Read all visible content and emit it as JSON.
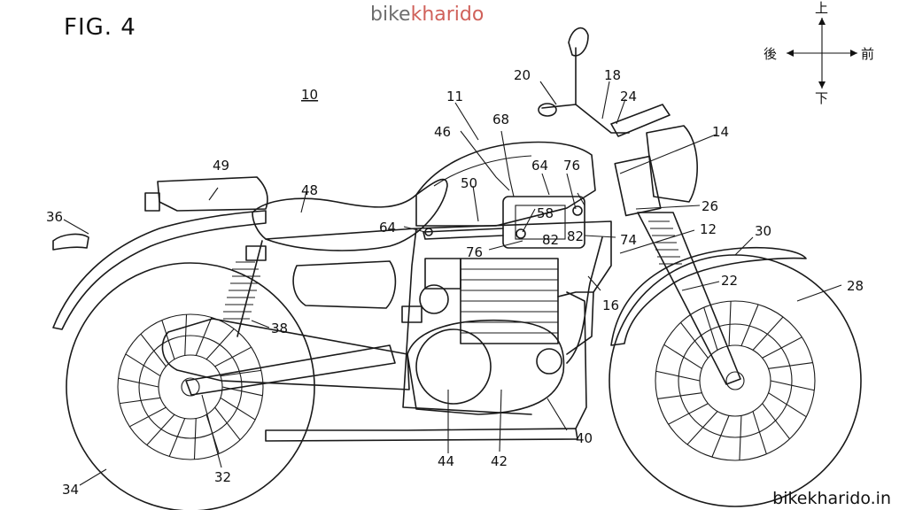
{
  "figure": {
    "title": "FIG. 4",
    "ref_number": "10"
  },
  "watermark": {
    "brand_left": "bike",
    "brand_right": "kharido",
    "site": "bikekharido.in"
  },
  "direction": {
    "up": "上",
    "down": "下",
    "front": "前",
    "rear": "後"
  },
  "labels": [
    "11",
    "12",
    "14",
    "16",
    "18",
    "20",
    "22",
    "24",
    "26",
    "28",
    "30",
    "32",
    "34",
    "36",
    "38",
    "40",
    "42",
    "44",
    "46",
    "48",
    "49",
    "50",
    "58",
    "64",
    "64",
    "68",
    "74",
    "76",
    "76",
    "82",
    "82"
  ]
}
